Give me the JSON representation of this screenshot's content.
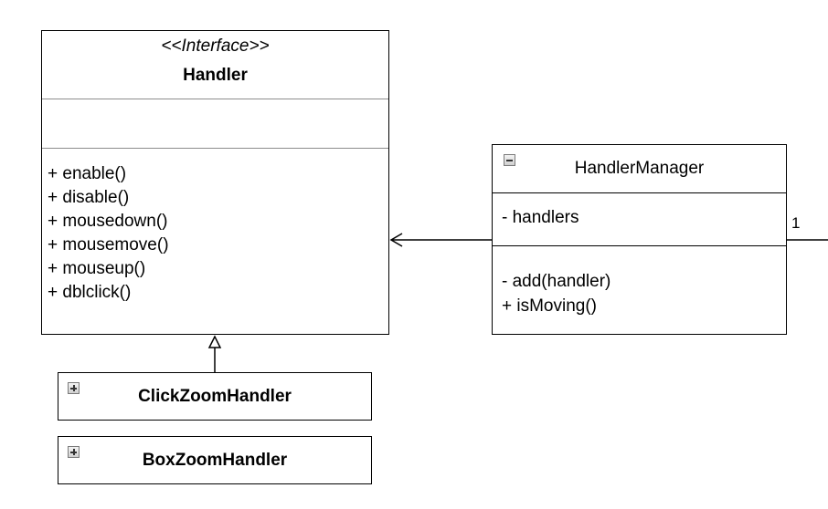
{
  "handler": {
    "stereotype": "<<Interface>>",
    "name": "Handler",
    "operations": [
      "+ enable()",
      "+ disable()",
      "+ mousedown()",
      "+ mousemove()",
      "+ mouseup()",
      "+ dblclick()"
    ]
  },
  "handler_manager": {
    "name": "HandlerManager",
    "collapse_icon": "minus-icon",
    "attributes": [
      "- handlers"
    ],
    "operations": [
      "- add(handler)",
      "+ isMoving()"
    ]
  },
  "click_zoom_handler": {
    "name": "ClickZoomHandler",
    "expand_icon": "plus-icon"
  },
  "box_zoom_handler": {
    "name": "BoxZoomHandler",
    "expand_icon": "plus-icon"
  },
  "association": {
    "multiplicity": "1"
  }
}
